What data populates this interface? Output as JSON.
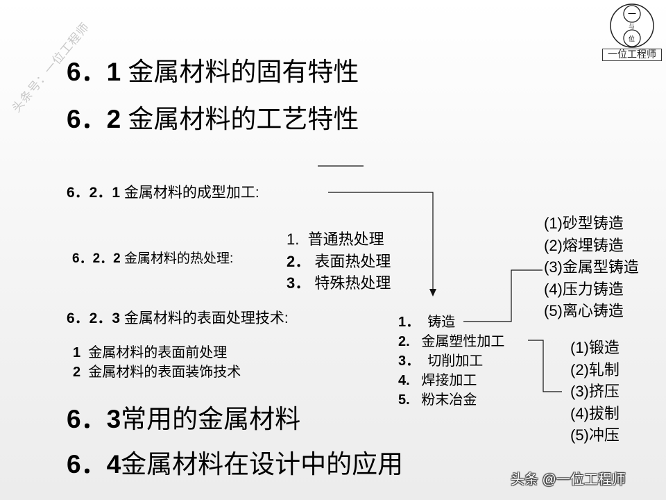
{
  "watermark": {
    "text": "头条号：一位工程师"
  },
  "logo": {
    "top_glyph": "一",
    "middle_glyph": "与",
    "bottom_glyph": "位",
    "label": "一位工程师"
  },
  "headings": [
    {
      "num": "6．1",
      "text": " 金属材料的固有特性"
    },
    {
      "num": "6．2",
      "text": " 金属材料的工艺特性"
    },
    {
      "num": "6．3",
      "text": "常用的金属材料"
    },
    {
      "num": "6．4",
      "text": "金属材料在设计中的应用"
    }
  ],
  "sections": {
    "s621": {
      "num": "6．2．1",
      "text": " 金属材料的成型加工:"
    },
    "s622": {
      "num": "6．2．2",
      "text": " 金属材料的热处理:"
    },
    "s623": {
      "num": "6．2．3",
      "text": " 金属材料的表面处理技术:"
    }
  },
  "heat_treatment": [
    {
      "num": "1.",
      "text": "  普通热处理"
    },
    {
      "num": "2．",
      "text": " 表面热处理"
    },
    {
      "num": "3．",
      "text": " 特殊热处理"
    }
  ],
  "surface_treatment": [
    {
      "num": "1",
      "text": "  金属材料的表面前处理"
    },
    {
      "num": "2",
      "text": "  金属材料的表面装饰技术"
    }
  ],
  "forming_methods": [
    {
      "num": "1．",
      "text": "  铸造"
    },
    {
      "num": "2.",
      "text": "   金属塑性加工"
    },
    {
      "num": "3．",
      "text": "  切削加工"
    },
    {
      "num": "4.",
      "text": "   焊接加工"
    },
    {
      "num": "5.",
      "text": "   粉末冶金"
    }
  ],
  "casting_types": [
    "(1)砂型铸造",
    "(2)熔埋铸造",
    "(3)金属型铸造",
    "(4)压力铸造",
    "(5)离心铸造"
  ],
  "plastic_types": [
    "(1)锻造",
    "(2)轧制",
    "(3)挤压",
    "(4)拔制",
    "(5)冲压"
  ],
  "footer": {
    "text": "头条 @一位工程师"
  }
}
